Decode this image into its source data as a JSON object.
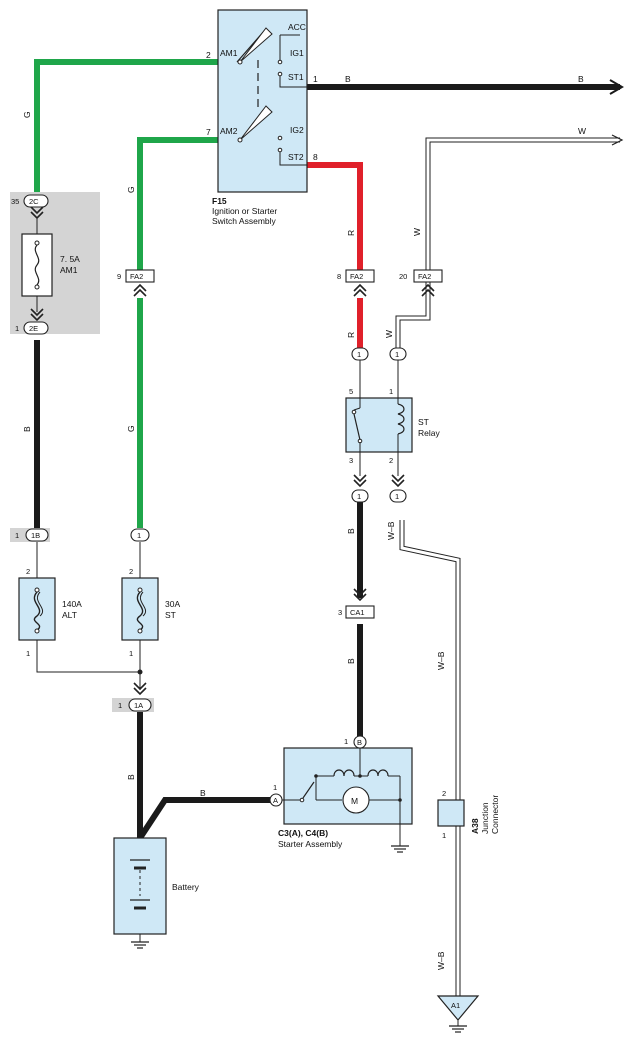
{
  "colors": {
    "black_wire": "#1a1a1a",
    "green_wire": "#1fa64a",
    "red_wire": "#e0202a",
    "component_fill": "#cfe8f6",
    "fuse_panel_fill": "#d4d4d4"
  },
  "switch": {
    "id": "F15",
    "name_line1": "Ignition or Starter",
    "name_line2": "Switch Assembly",
    "acc": "ACC",
    "ig1": "IG1",
    "st1": "ST1",
    "ig2": "IG2",
    "st2": "ST2",
    "am1": "AM1",
    "am2": "AM2",
    "pin_am1": "2",
    "pin_am2": "7",
    "pin_st1": "1",
    "pin_st2": "8"
  },
  "wires": {
    "b": "B",
    "g": "G",
    "r": "R",
    "w": "W",
    "wb": "W–B"
  },
  "fuses": {
    "am1_amp": "7. 5A",
    "am1_name": "AM1",
    "alt_amp": "140A",
    "alt_name": "ALT",
    "st_amp": "30A",
    "st_name": "ST"
  },
  "connectors": {
    "c2c": "2C",
    "c2c_pin": "35",
    "c2e": "2E",
    "c2e_pin": "1",
    "c1b": "1B",
    "c1b_pin": "1",
    "c1a": "1A",
    "c1a_pin": "1",
    "fa2": "FA2",
    "fa2_pin_g": "9",
    "fa2_pin_r": "8",
    "fa2_pin_w": "20",
    "ca1": "CA1",
    "ca1_pin": "3",
    "one": "1",
    "two": "2",
    "three": "3",
    "five": "5"
  },
  "relay": {
    "name_line1": "ST",
    "name_line2": "Relay"
  },
  "starter": {
    "id": "C3(A), C4(B)",
    "name": "Starter Assembly",
    "motor": "M",
    "term_a": "A",
    "term_b": "B"
  },
  "battery": {
    "name": "Battery"
  },
  "junction": {
    "id": "A38",
    "name_line1": "Junction",
    "name_line2": "Connector"
  },
  "ground": {
    "a1": "A1"
  }
}
